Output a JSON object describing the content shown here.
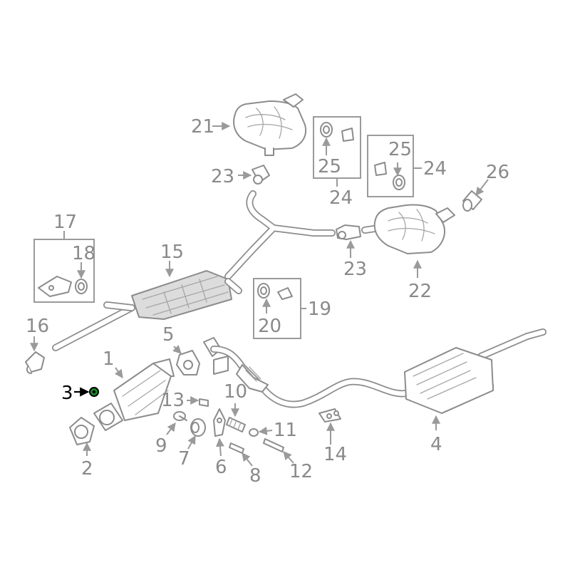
{
  "colors": {
    "line": "#8c8c8c",
    "label": "#8a8a8a",
    "highlight_label": "#000000",
    "highlight_part": "#1a8a2a"
  },
  "callouts": {
    "c1": "1",
    "c2": "2",
    "c3": "3",
    "c4": "4",
    "c5": "5",
    "c6": "6",
    "c7": "7",
    "c8": "8",
    "c9": "9",
    "c10": "10",
    "c11": "11",
    "c12": "12",
    "c13": "13",
    "c14": "14",
    "c15": "15",
    "c16": "16",
    "c17": "17",
    "c18": "18",
    "c19": "19",
    "c20": "20",
    "c21": "21",
    "c22": "22",
    "c23a": "23",
    "c23b": "23",
    "c24a": "24",
    "c24b": "24",
    "c25a": "25",
    "c25b": "25",
    "c26": "26"
  },
  "highlighted_part": "3"
}
